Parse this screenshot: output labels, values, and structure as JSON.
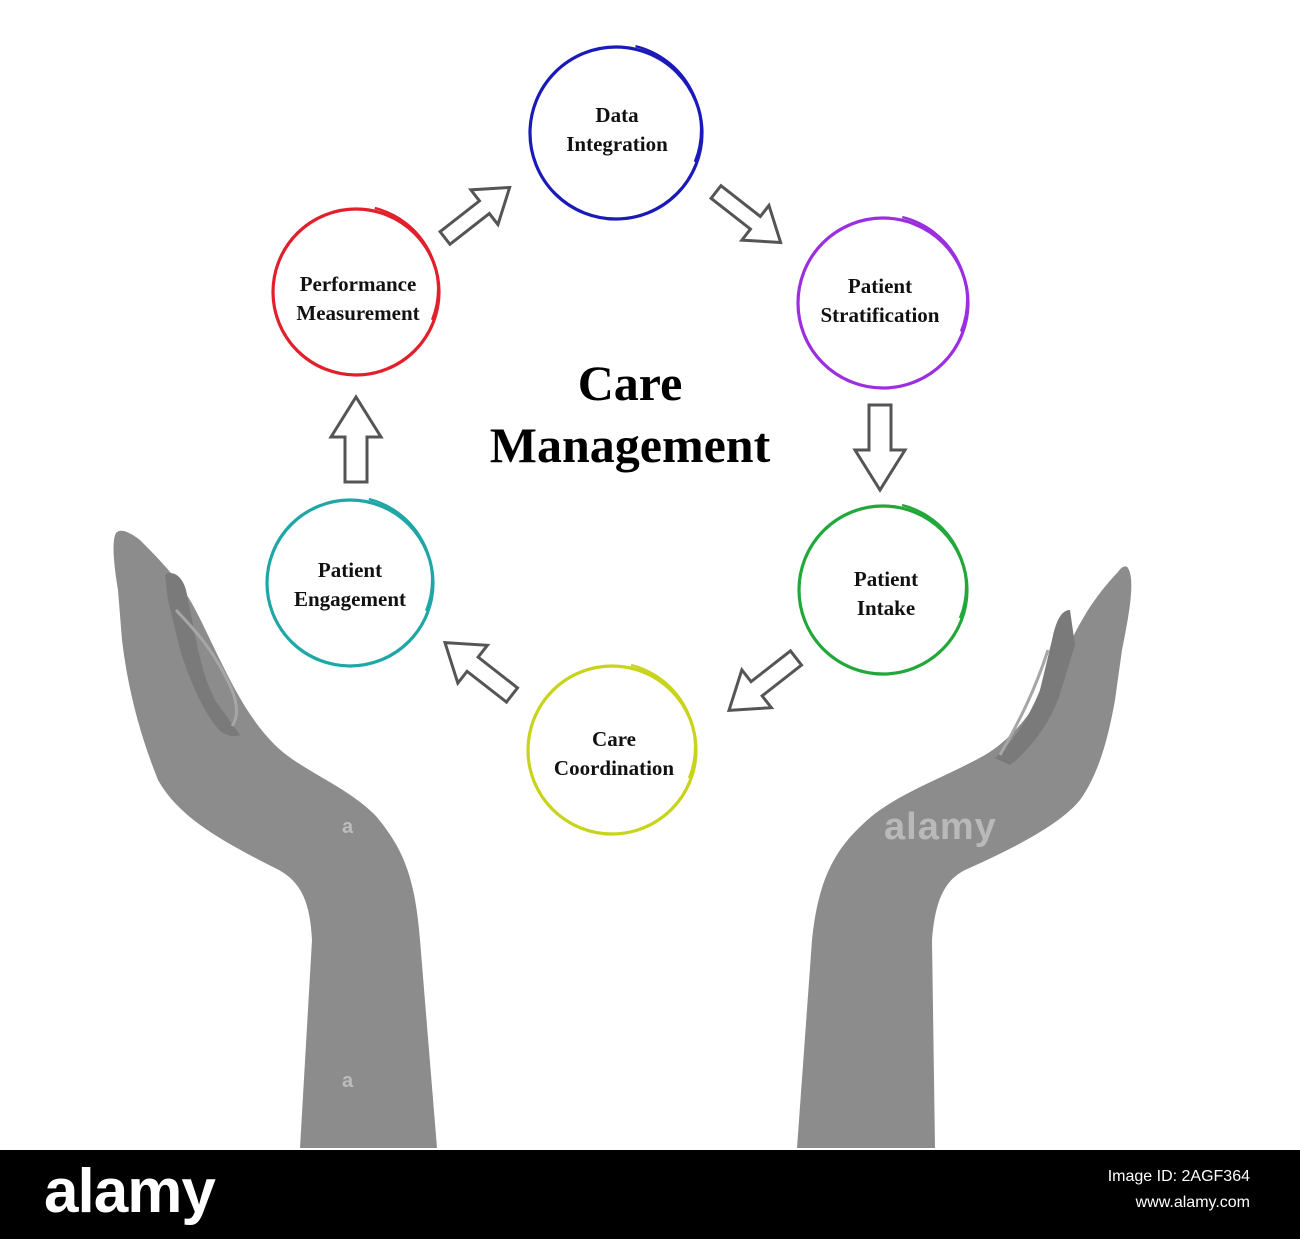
{
  "title": {
    "line1": "Care",
    "line2": "Management"
  },
  "nodes": [
    {
      "id": "data-integration",
      "line1": "Data",
      "line2": "Integration",
      "color": "#1a1ab8"
    },
    {
      "id": "patient-stratification",
      "line1": "Patient",
      "line2": "Stratification",
      "color": "#9b2fe0"
    },
    {
      "id": "patient-intake",
      "line1": "Patient",
      "line2": "Intake",
      "color": "#22a83a"
    },
    {
      "id": "care-coordination",
      "line1": "Care",
      "line2": "Coordination",
      "color": "#c8d41c"
    },
    {
      "id": "patient-engagement",
      "line1": "Patient",
      "line2": "Engagement",
      "color": "#1fa6a6"
    },
    {
      "id": "performance-measurement",
      "line1": "Performance",
      "line2": "Measurement",
      "color": "#e0202a"
    }
  ],
  "colors": {
    "hands": "#8c8c8c",
    "arrow_outline": "#555555",
    "footer_bg": "#000000"
  },
  "watermark": {
    "mid_text": "alamy",
    "small_mark": "a"
  },
  "footer": {
    "logo": "alamy",
    "image_id": "Image ID: 2AGF364",
    "url": "www.alamy.com"
  }
}
